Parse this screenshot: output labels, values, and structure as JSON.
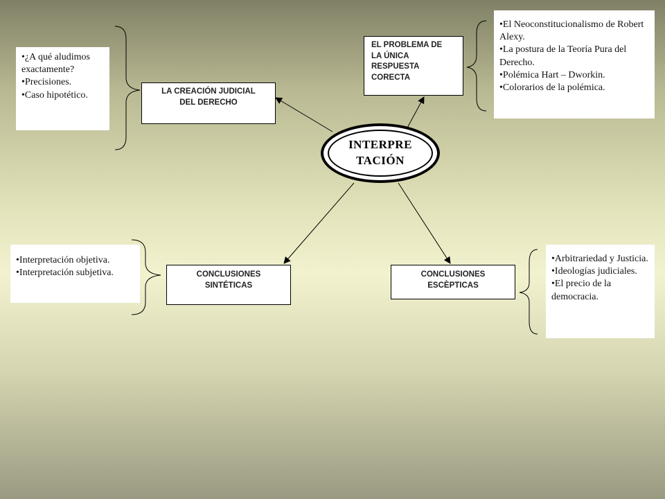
{
  "center": {
    "line1": "INTERPRE",
    "line2": "TACIÓN"
  },
  "nodes": {
    "creacion": {
      "line1": "LA CREACIÓN JUDICIAL",
      "line2": "DEL DERECHO"
    },
    "problema": {
      "line1": "EL PROBLEMA DE",
      "line2": "LA ÚNICA",
      "line3": "RESPUESTA",
      "line4": "CORECTA"
    },
    "sinteticas": {
      "line1": "CONCLUSIONES",
      "line2": "SINTÉTICAS"
    },
    "escepticas": {
      "line1": "CONCLUSIONES",
      "line2": "ESCÈPTICAS"
    }
  },
  "notes": {
    "top_left": [
      "¿A qué aludimos exactamente?",
      "Precisiones.",
      "Caso hipotético."
    ],
    "top_right": [
      "El Neoconstitucionalismo de Robert Alexy.",
      "La postura de la Teoría Pura del Derecho.",
      "Polémica Hart – Dworkin.",
      "Colorarios de la polémica."
    ],
    "bottom_left": [
      "Interpretación objetiva.",
      "Interpretación subjetiva."
    ],
    "bottom_right": [
      "Arbitrariedad y Justicia.",
      "Ideologías judiciales.",
      "El precio de la democracia."
    ]
  }
}
